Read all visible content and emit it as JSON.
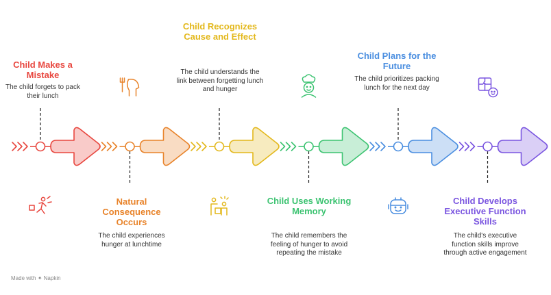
{
  "steps": [
    {
      "title": "Child Makes a Mistake",
      "description": "The child forgets to pack their lunch",
      "color": "#e8473f",
      "icon": "running-person-icon"
    },
    {
      "title": "Natural Consequence Occurs",
      "description": "The child experiences hunger at lunchtime",
      "color": "#e8832a",
      "icon": "hungry-head-icon"
    },
    {
      "title": "Child Recognizes Cause and Effect",
      "description": "The child understands the link between forgetting lunch and hunger",
      "color": "#e3b81c",
      "icon": "family-dinner-icon"
    },
    {
      "title": "Child Uses Working Memory",
      "description": "The child remembers the feeling of hunger to avoid repeating the mistake",
      "color": "#3cc371",
      "icon": "chef-icon"
    },
    {
      "title": "Child Plans for the Future",
      "description": "The child prioritizes packing lunch for the next day",
      "color": "#4a8ee0",
      "icon": "robot-face-icon"
    },
    {
      "title": "Child Develops Executive Function Skills",
      "description": "The child's executive function skills improve through active engagement",
      "color": "#7a55e0",
      "icon": "puzzle-child-icon"
    }
  ],
  "footer": {
    "label": "Made with",
    "brand": "Napkin"
  }
}
